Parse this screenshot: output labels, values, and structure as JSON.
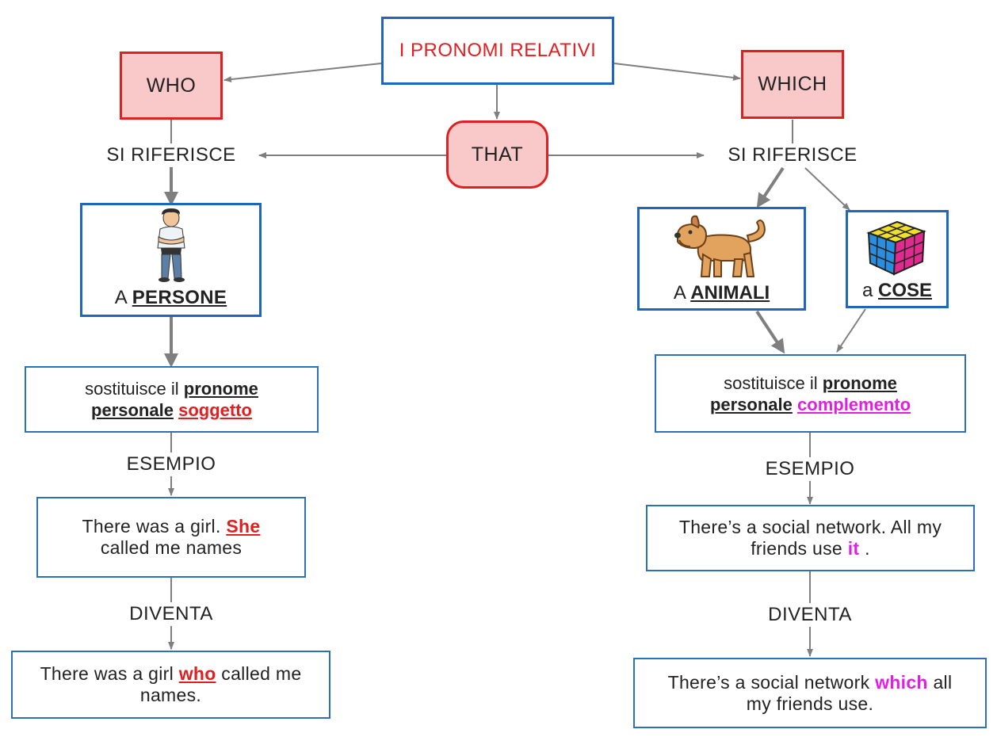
{
  "title": "I PRONOMI RELATIVI",
  "who": "WHO",
  "which": "WHICH",
  "that": "THAT",
  "left": {
    "si_riferisce": "SI RIFERISCE",
    "persone_prefix": "A",
    "persone": "PERSONE",
    "sost_1": "sostituisce il",
    "sost_pronome": "pronome",
    "sost_personale": "personale",
    "sost_type": "soggetto",
    "esempio": "ESEMPIO",
    "ex1_a": "There was a girl.",
    "ex1_pron": "She",
    "ex1_b": "called me names",
    "diventa": "DIVENTA",
    "ex2_a": "There was a girl",
    "ex2_rel": "who",
    "ex2_b": "called me",
    "ex2_c": "names."
  },
  "right": {
    "si_riferisce": "SI RIFERISCE",
    "animali_prefix": "A",
    "animali": "ANIMALI",
    "cose_prefix": "a",
    "cose": "COSE",
    "sost_1": "sostituisce il",
    "sost_pronome": "pronome",
    "sost_personale": "personale",
    "sost_type": "complemento",
    "esempio": "ESEMPIO",
    "ex1_a": "There’s a social network. All my",
    "ex1_b": "friends use",
    "ex1_pron": "it",
    "ex1_c": ".",
    "diventa": "DIVENTA",
    "ex2_a": "There’s a social network",
    "ex2_rel": "which",
    "ex2_b": "all",
    "ex2_c": "my friends use."
  },
  "colors": {
    "box_border": "#1f66c1",
    "red": "#e02020",
    "pink_fill": "#f9c9c9",
    "magenta": "#e020e0",
    "connector": "#7f7f7f"
  },
  "icons": [
    "man-icon",
    "dog-icon",
    "rubik-cube-icon"
  ]
}
